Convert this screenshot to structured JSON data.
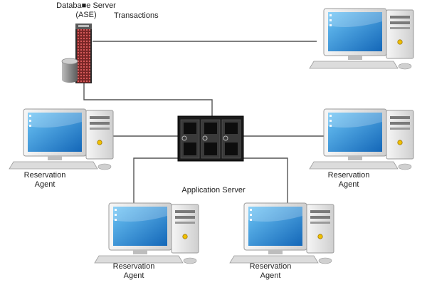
{
  "database": {
    "title_line1": "Databa■e Server",
    "title_line2": "(ASE)"
  },
  "transactions_label": "Transactions",
  "app_server_label": "Application Server",
  "agents": [
    {
      "line1": "Reservation",
      "line2": "Agent"
    },
    {
      "line1": "Reservation",
      "line2": "Agent"
    },
    {
      "line1": "Reservation",
      "line2": "Agent"
    },
    {
      "line1": "Reservation",
      "line2": "Agent"
    }
  ],
  "colors": {
    "line": "#555555",
    "screen": "#1e88d8",
    "monitor_body": "#e8e8e8",
    "server_black": "#1a1a1a",
    "db_red": "#c94b4b"
  }
}
